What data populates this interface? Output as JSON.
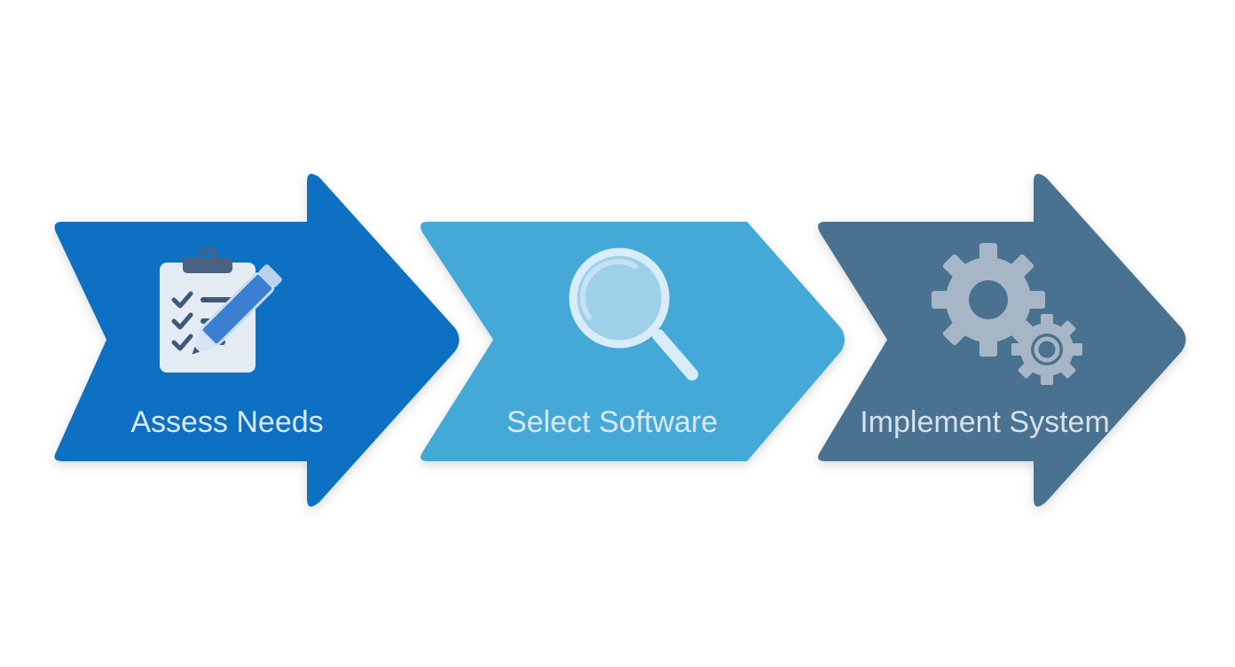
{
  "steps": [
    {
      "label": "Assess Needs",
      "icon": "clipboard-checklist-pencil-icon",
      "color": "#0a6fc2"
    },
    {
      "label": "Select Software",
      "icon": "magnifying-glass-icon",
      "color": "#45a9d8"
    },
    {
      "label": "Implement System",
      "icon": "gears-icon",
      "color": "#4a7290"
    }
  ]
}
